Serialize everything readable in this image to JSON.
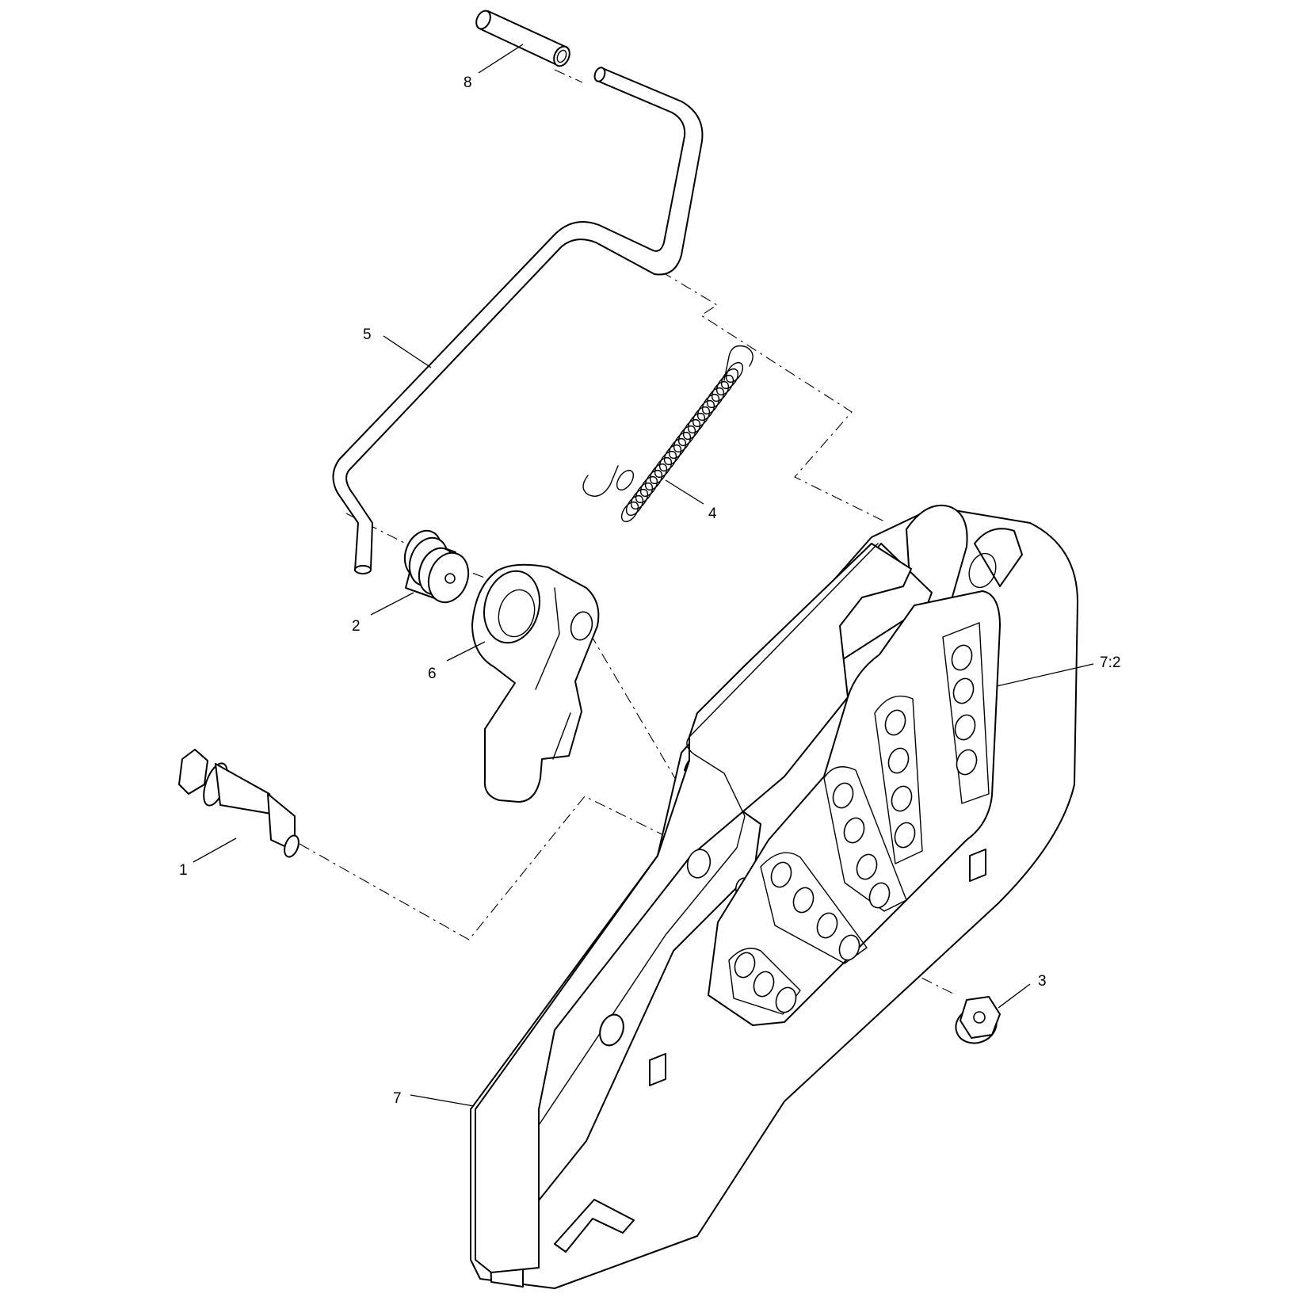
{
  "callouts": {
    "c1": "1",
    "c2": "2",
    "c3": "3",
    "c4": "4",
    "c5": "5",
    "c6": "6",
    "c7": "7",
    "c7_2": "7:2",
    "c8": "8"
  },
  "parts": [
    {
      "callout": "1",
      "icon": "flange-bolt-icon"
    },
    {
      "callout": "2",
      "icon": "bushing-icon"
    },
    {
      "callout": "3",
      "icon": "flange-nut-icon"
    },
    {
      "callout": "4",
      "icon": "extension-spring-icon"
    },
    {
      "callout": "5",
      "icon": "bent-rod-icon"
    },
    {
      "callout": "6",
      "icon": "latch-arm-icon"
    },
    {
      "callout": "7",
      "icon": "bracket-assembly-icon"
    },
    {
      "callout": "7:2",
      "icon": "height-plate-icon"
    },
    {
      "callout": "8",
      "icon": "grip-sleeve-icon"
    }
  ],
  "colors": {
    "line": "#000000",
    "background": "#ffffff"
  }
}
